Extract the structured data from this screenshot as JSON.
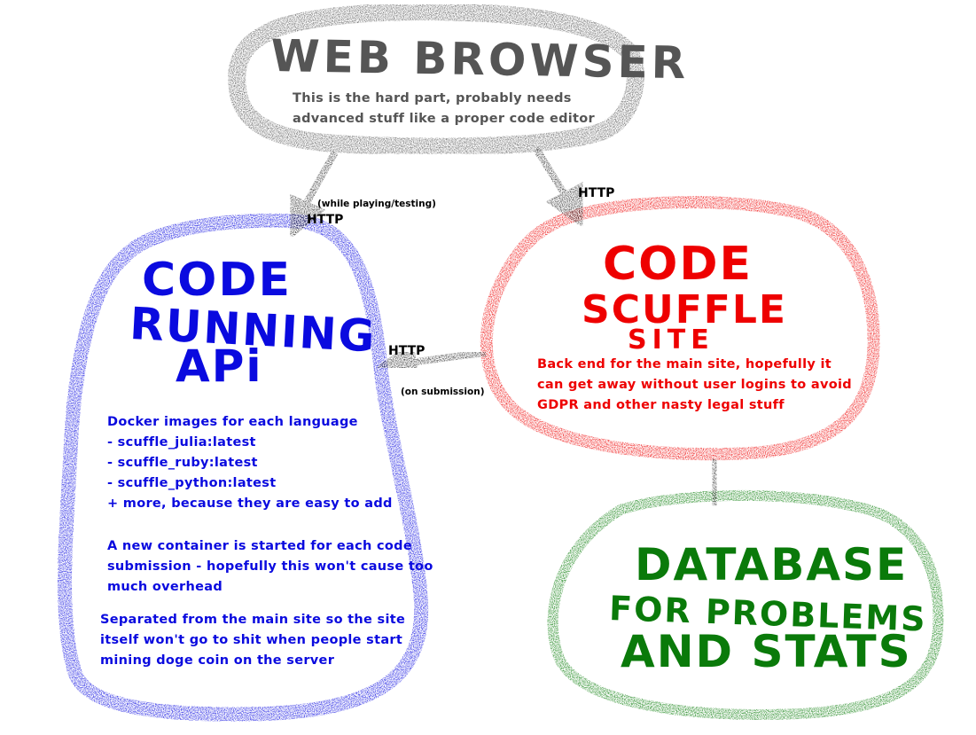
{
  "colors": {
    "browser": "#555555",
    "api": "#0a0adf",
    "site": "#ee0000",
    "database": "#0a7a0a",
    "arrow": "#222222"
  },
  "nodes": {
    "browser": {
      "title": "WEB BROWSER",
      "note": "This is the hard part, probably needs\nadvanced stuff like a proper code editor"
    },
    "api": {
      "title_line1": "CODE",
      "title_line2": "RUNNING",
      "title_line3": "APi",
      "note_images": "Docker images for each language\n- scuffle_julia:latest\n- scuffle_ruby:latest\n- scuffle_python:latest\n+ more, because they are easy to add",
      "note_container": "A new container is started for each code\nsubmission - hopefully this won't cause too\nmuch overhead",
      "note_separated": "Separated from the main site so the site\nitself won't go to shit when people start\nmining doge coin on the server"
    },
    "site": {
      "title_line1": "CODE",
      "title_line2": "SCUFFLE",
      "title_line3": "SITE",
      "note": "Back end for the main site, hopefully it\ncan get away without user logins to avoid\nGDPR and other nasty legal stuff"
    },
    "database": {
      "title_line1": "DATABASE",
      "title_line2": "FOR PROBLEMS",
      "title_line3": "AND STATS"
    }
  },
  "edges": {
    "browser_to_api": {
      "label": "HTTP",
      "sublabel": "(while playing/testing)"
    },
    "browser_to_site": {
      "label": "HTTP"
    },
    "site_to_api": {
      "label": "HTTP",
      "sublabel": "(on submission)"
    }
  }
}
